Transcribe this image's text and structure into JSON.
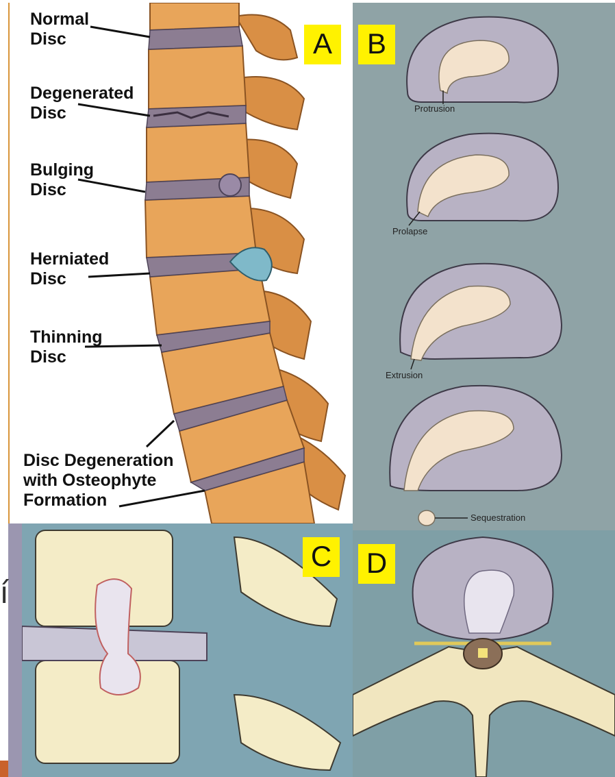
{
  "panels": {
    "a": {
      "letter": "A",
      "labels": {
        "normal": "Normal\nDisc",
        "degenerated": "Degenerated\nDisc",
        "bulging": "Bulging\nDisc",
        "herniated": "Herniated\nDisc",
        "thinning": "Thinning\nDisc",
        "osteophyte": "Disc Degeneration\nwith Osteophyte\nFormation"
      }
    },
    "b": {
      "letter": "B",
      "labels": {
        "protrusion": "Protrusion",
        "prolapse": "Prolapse",
        "extrusion": "Extrusion",
        "sequestration": "Sequestration"
      }
    },
    "c": {
      "letter": "C"
    },
    "d": {
      "letter": "D"
    }
  },
  "side_text": "í",
  "colors": {
    "bone": "#e8a55a",
    "disc": "#8c7d92",
    "nucleus": "#f3e2cc",
    "annulus": "#b8b2c4",
    "herniation": "#7fb9c9",
    "label_bg": "#fff200"
  }
}
